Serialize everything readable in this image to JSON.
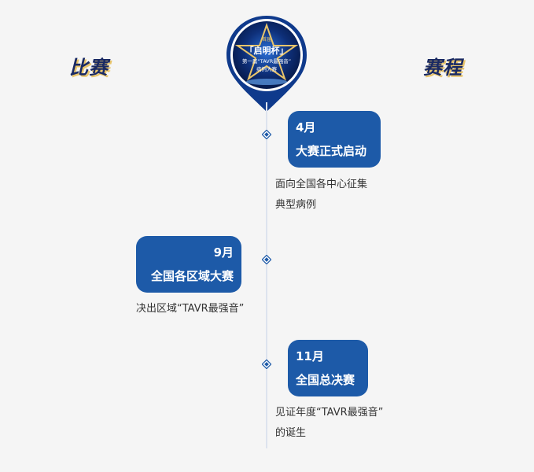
{
  "titles": {
    "left": "比赛",
    "right": "赛程"
  },
  "logo": {
    "line1": "首届",
    "brand": "「启明杯」",
    "line2": "第一届“TAVR最强音”",
    "line3": "病例大赛"
  },
  "events": [
    {
      "month": "4月",
      "title": "大赛正式启动",
      "desc_lines": [
        "面向全国各中心征集",
        "典型病例"
      ]
    },
    {
      "month": "9月",
      "title": "全国各区域大赛",
      "desc_lines": [
        "决出区域“TAVR最强音”"
      ]
    },
    {
      "month": "11月",
      "title": "全国总决赛",
      "desc_lines": [
        "见证年度“TAVR最强音”",
        "的诞生"
      ]
    }
  ],
  "colors": {
    "card": "#1d5aa8",
    "title": "#1a2a63",
    "title_shadow": "#e8c46a",
    "line": "#dde3ee"
  }
}
